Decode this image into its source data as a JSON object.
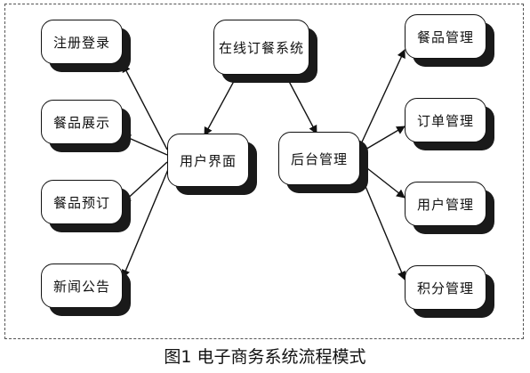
{
  "diagram": {
    "root": "在线订餐系统",
    "branches": [
      {
        "label": "用户界面",
        "children": [
          "注册登录",
          "餐品展示",
          "餐品预订",
          "新闻公告"
        ]
      },
      {
        "label": "后台管理",
        "children": [
          "餐品管理",
          "订单管理",
          "用户管理",
          "积分管理"
        ]
      }
    ]
  },
  "caption": "图1  电子商务系统流程模式"
}
